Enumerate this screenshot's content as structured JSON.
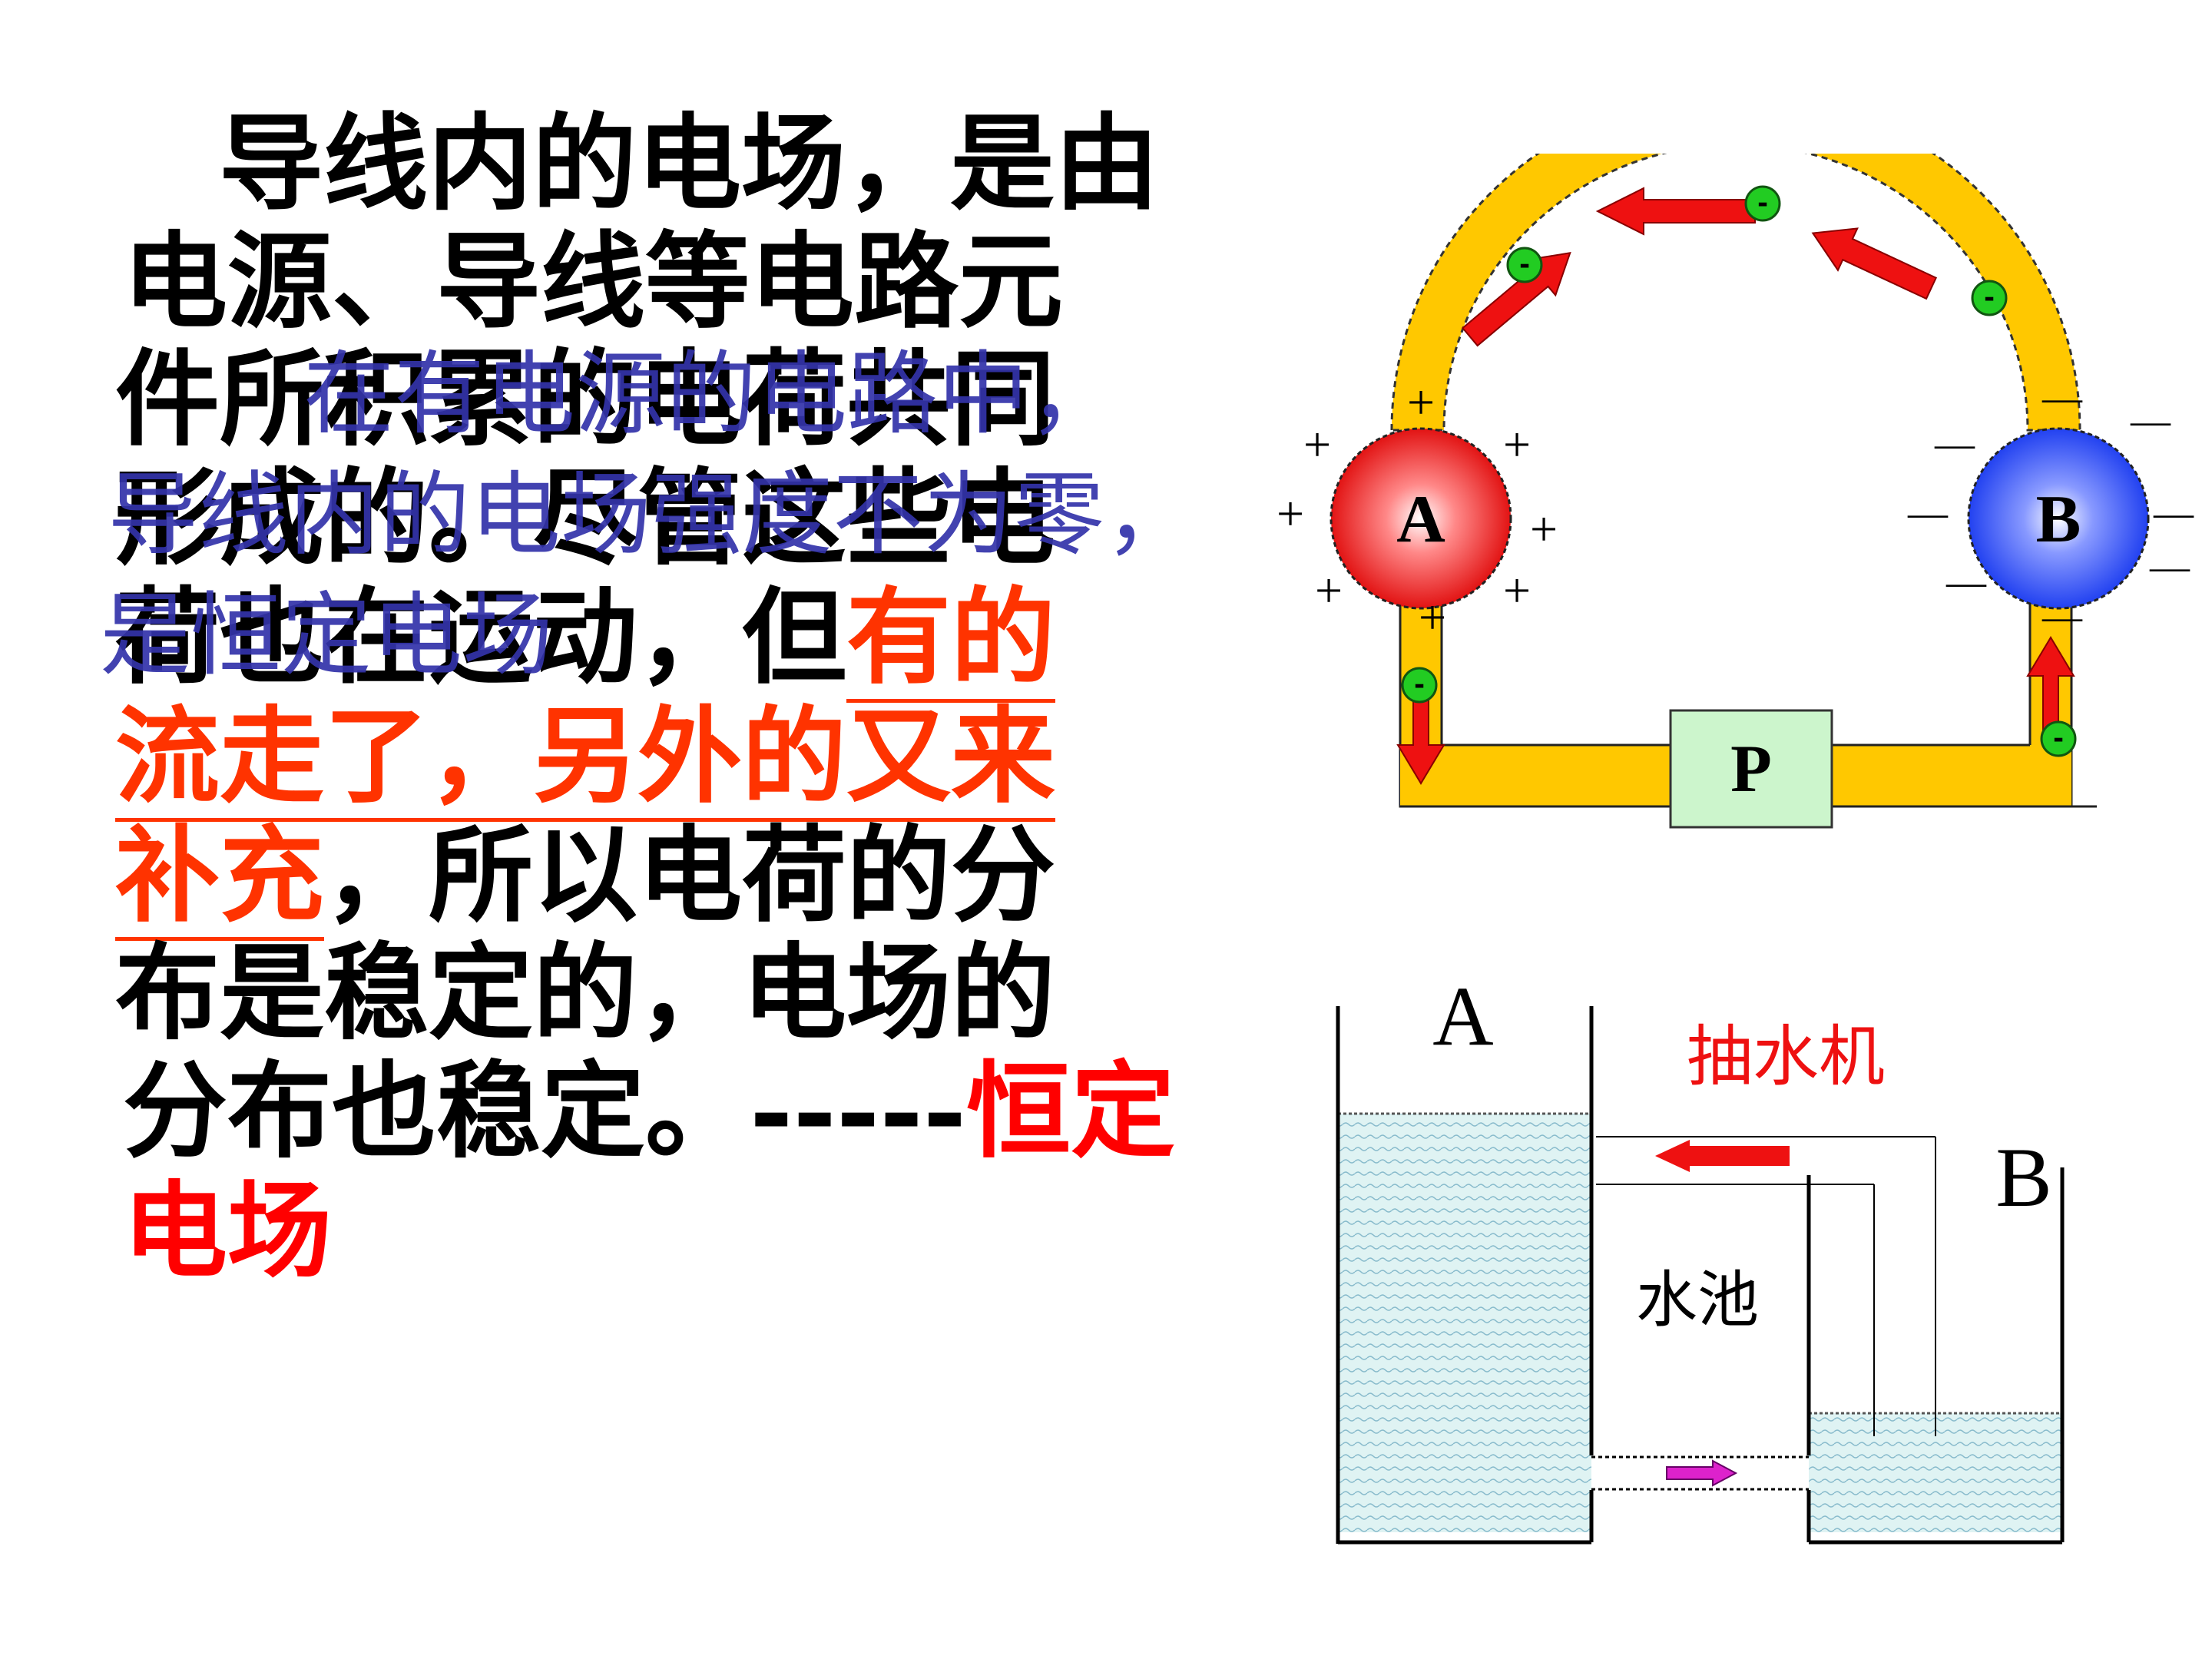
{
  "text": {
    "line1": "导线内的电场，是由",
    "line2": "电源、导线等电路元",
    "line3": "件所积累的电荷共同",
    "line4": "形成的。尽管这些电",
    "line5a": "荷也在运动，但",
    "line5b": "有的",
    "line6": "流走了，另外的又来",
    "line7a": "补充",
    "line7b": "，所以电荷的分",
    "line8": "布是稳定的，电场的",
    "line9a": "分布也稳定。-----",
    "line9b": "恒定",
    "line10": "电场"
  },
  "overlay": {
    "line1": "在有电源的电路中，",
    "line2": "导线内的电场强度不为零，",
    "line3": "是恒定电场"
  },
  "circuit": {
    "label_a": "A",
    "label_b": "B",
    "label_p": "P",
    "charge_plus": "+",
    "charge_minus": "—",
    "electron": "-"
  },
  "water": {
    "label_a": "A",
    "label_b": "B",
    "pump_label": "抽水机",
    "pool_label": "水池"
  },
  "colors": {
    "tube": "#ffc800",
    "sphere_a": "#ee2222",
    "sphere_b": "#3355ee",
    "arrow": "#ee1111",
    "electron": "#22cc22",
    "box_p": "#ccf5cc",
    "water": "#d8f0f0",
    "flow_arrow": "#dd22cc",
    "overlay_text": "#3333aa"
  }
}
